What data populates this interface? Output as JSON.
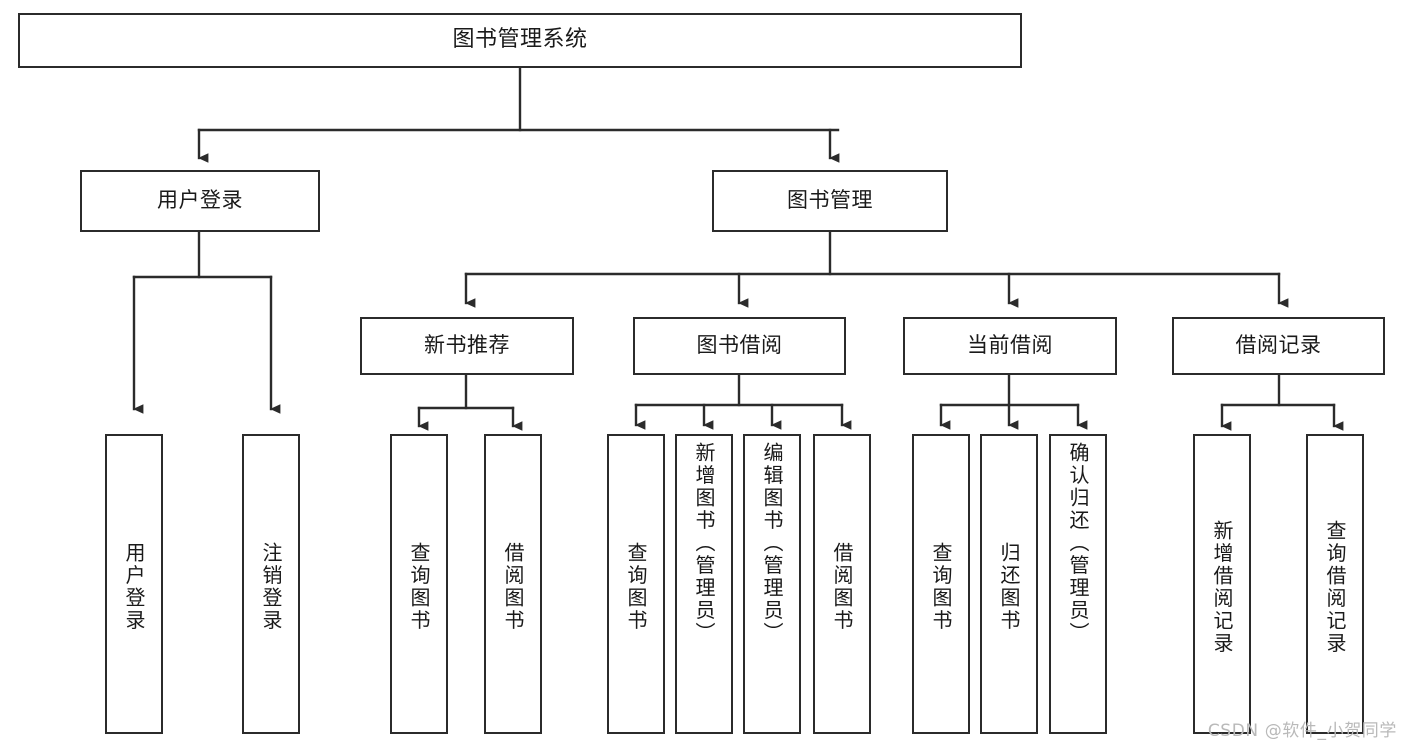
{
  "diagram": {
    "title": "图书管理系统",
    "type": "hierarchy-tree",
    "root": {
      "label": "图书管理系统"
    },
    "level2": [
      {
        "label": "用户登录"
      },
      {
        "label": "图书管理"
      }
    ],
    "level3": [
      {
        "label": "新书推荐"
      },
      {
        "label": "图书借阅"
      },
      {
        "label": "当前借阅"
      },
      {
        "label": "借阅记录"
      }
    ],
    "leaves": {
      "user_login": [
        {
          "label": "用户登录"
        },
        {
          "label": "注销登录"
        }
      ],
      "new_book_recommend": [
        {
          "label": "查询图书"
        },
        {
          "label": "借阅图书"
        }
      ],
      "book_borrow": [
        {
          "label": "查询图书"
        },
        {
          "label": "新增图书（管理员）"
        },
        {
          "label": "编辑图书（管理员）"
        },
        {
          "label": "借阅图书"
        }
      ],
      "current_borrow": [
        {
          "label": "查询图书"
        },
        {
          "label": "归还图书"
        },
        {
          "label": "确认归还（管理员）"
        }
      ],
      "borrow_record": [
        {
          "label": "新增借阅记录"
        },
        {
          "label": "查询借阅记录"
        }
      ]
    }
  },
  "watermark": {
    "text": "CSDN @软件_小贺同学"
  },
  "colors": {
    "border": "#2b2b2b",
    "background": "#ffffff",
    "text": "#1a1a1a",
    "watermark": "#b9b9b9"
  }
}
